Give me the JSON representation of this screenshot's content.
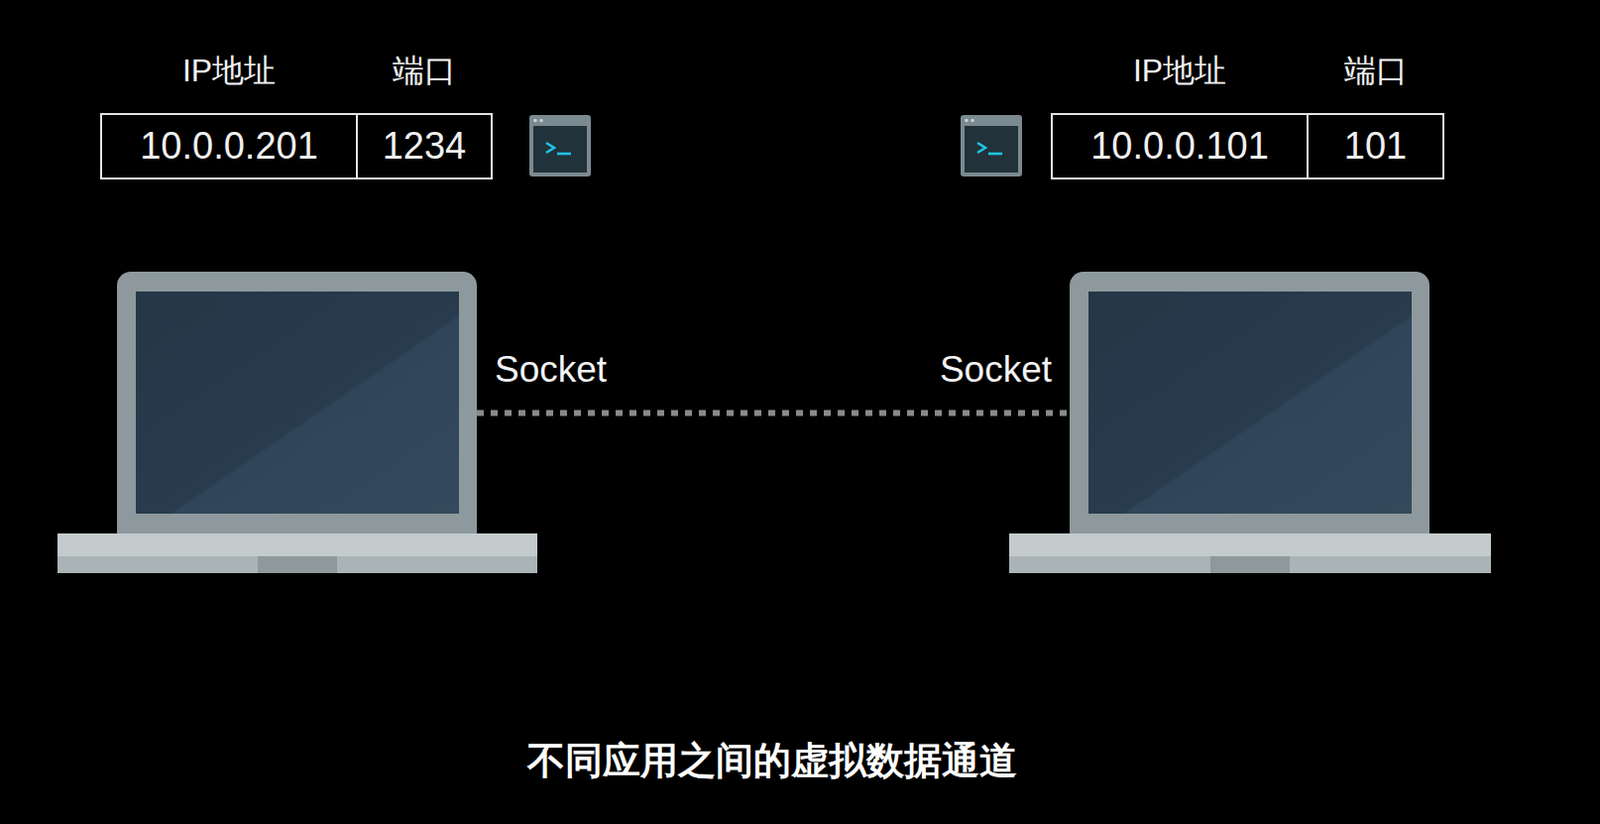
{
  "diagram": {
    "caption": "不同应用之间的虚拟数据通道",
    "nodes": [
      {
        "text": [
          "IP地址",
          "10.0.0.201"
        ]
      },
      {
        "text": [
          "端口",
          "1234"
        ]
      },
      {
        "text": [
          "IP地址",
          "10.0.0.101"
        ]
      },
      {
        "text": [
          "端口",
          "101"
        ]
      },
      {
        "text": [
          "Socket"
        ]
      },
      {
        "text": [
          "Socket"
        ]
      }
    ],
    "edges": [
      {
        "from": 4,
        "to": 5,
        "arrow": "none"
      }
    ]
  }
}
